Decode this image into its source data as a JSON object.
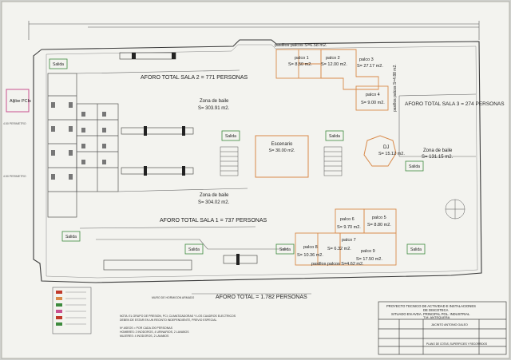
{
  "colors": {
    "paper": "#f3f3ef",
    "line": "#3a3a3a",
    "thin": "#7a7a7a",
    "accent_orange": "#d98a4a",
    "accent_pink": "#c8508f",
    "accent_green": "#3d8a3d",
    "accent_red": "#c0392b"
  },
  "labels": {
    "aforo_sala2": "AFORO TOTAL SALA 2 = 771 PERSONAS",
    "aforo_sala1": "AFORO TOTAL SALA 1 = 737 PERSONAS",
    "aforo_sala3": "AFORO TOTAL SALA 3 = 274 PERSONAS",
    "aforo_total": "AFORO TOTAL = 1.782 PERSONAS",
    "pasillos_top": "pasillos palcos S=6.58 m2.",
    "pasillos_right": "pasillos palcos S=4.88 m2.",
    "pasillos_bottom": "pasillos palcos S=4.62 m2.",
    "zona_baile_top": "Zona de baile",
    "zona_baile_top_area": "S= 303.91 m2.",
    "zona_baile_bottom": "Zona de baile",
    "zona_baile_bottom_area": "S= 304.02 m2.",
    "zona_baile_right": "Zona de baile",
    "zona_baile_right_area": "S= 131.15 m2.",
    "escenario": "Escenario",
    "escenario_area": "S= 30.00 m2.",
    "dj": "DJ",
    "dj_area": "S= 15.12 m2.",
    "aljibe": "Aljibe PCIs",
    "muro": "MURO DE HORMIGON ARMADO",
    "note_1": "NOTA: EL GRUPO DE PRESION, PCI, CLIMATIZADORAS Y LOS CUADROS ELECTRICOS",
    "note_2": "DEBEN DE ESTAR EN UN RECINTO INDEPENDIENTE, PREVIO ESPECIAL",
    "aseos_1": "Nº ASEOS = POR CADA 200 PERSONAS",
    "aseos_2": "HOMBRES: 2 INODOROS, 4 URINARIOS, 2 LAVABOS",
    "aseos_3": "MUJERES: 4 INODOROS, 2 LAVABOS",
    "left_dim_1": "4.50 PERIMETRO",
    "left_dim_2": "4.50 PERIMETRO",
    "title_1": "PROYECTO TECNICO DE ACTIVIDAD E INSTALACIONES",
    "title_2": "DE DISCOTECA",
    "title_3": "SITUADO EN AVDA. PRINCIPAL POL. INDUSTRIAL",
    "title_4": "T.M. ANTEQUERA",
    "author": "JACINTO ANTONIO GALEO",
    "plan_title": "PLANO DE COTAS, SUPERFICIES Y RECORRIDOS",
    "salida": "Salida"
  },
  "palcos": [
    {
      "name": "palco 1",
      "area": "S= 8.50 m2."
    },
    {
      "name": "palco 2",
      "area": "S= 12.00 m2."
    },
    {
      "name": "palco 3",
      "area": "S= 27.17 m2."
    },
    {
      "name": "palco 4",
      "area": "S= 9.00 m2."
    },
    {
      "name": "palco 5",
      "area": "S= 8.80 m2."
    },
    {
      "name": "palco 6",
      "area": "S= 9.70 m2."
    },
    {
      "name": "palco 7",
      "area": "S= 6.32 m2."
    },
    {
      "name": "palco 8",
      "area": "S= 10.36 m2."
    },
    {
      "name": "palco 9",
      "area": "S= 17.50 m2."
    }
  ]
}
